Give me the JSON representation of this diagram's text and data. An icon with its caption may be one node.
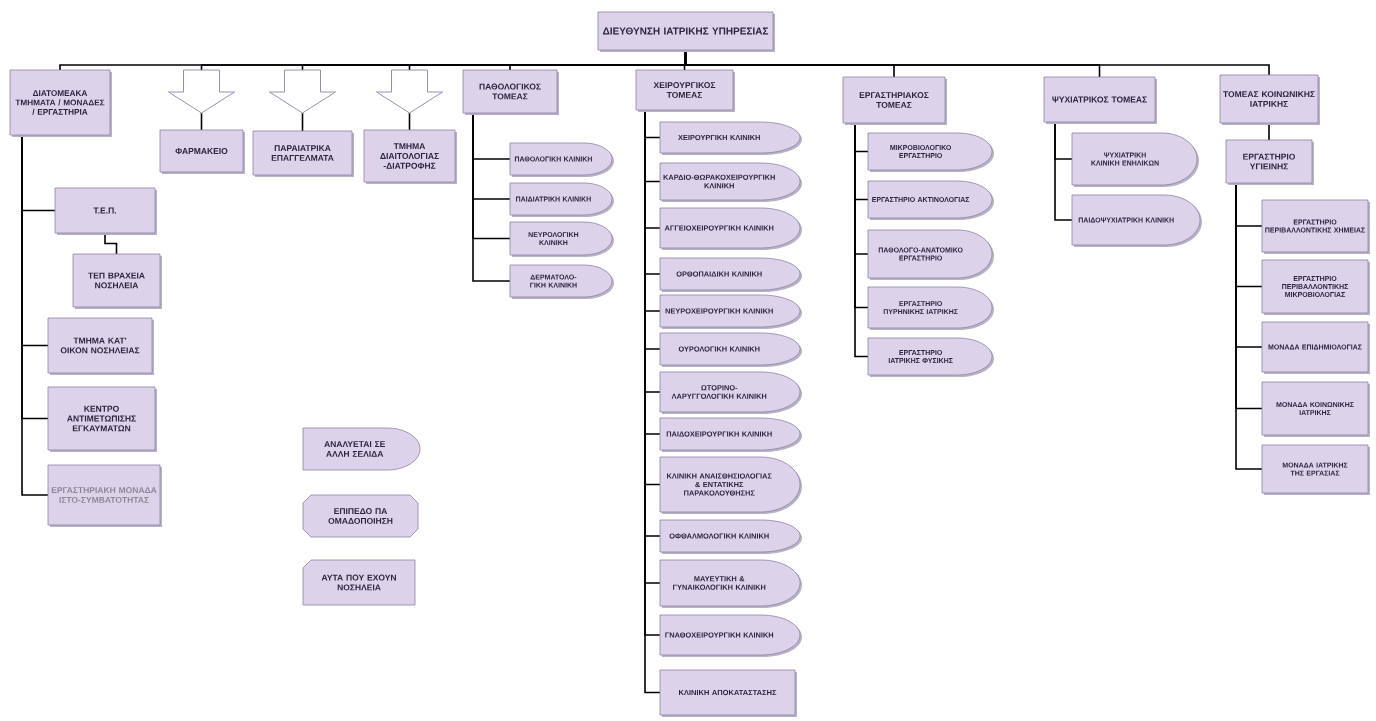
{
  "diagram": {
    "nodes": [
      {
        "text": [
          "ΔΙΕΥΘΥΝΣΗ ΙΑΤΡΙΚΗΣ ΥΠΗΡΕΣΙΑΣ"
        ]
      },
      {
        "text": [
          "ΔΙΑΤΟΜΕΑΚΑ ΤΜΗΜΑΤΑ / ΜΟΝΑΔΕΣ / ΕΡΓΑΣΤΗΡΙΑ"
        ]
      },
      {
        "text": [
          "ΦΑΡΜΑΚΕΙΟ"
        ]
      },
      {
        "text": [
          "ΠΑΡΑΙΑΤΡΙΚΑ ΕΠΑΓΓΕΛΜΑΤΑ"
        ]
      },
      {
        "text": [
          "ΤΜΗΜΑ ΔΙΑΙΤΟΛΟΓΙΑΣ -ΔΙΑΤΡΟΦΗΣ"
        ]
      },
      {
        "text": [
          "ΠΑΘΟΛΟΓΙΚΟΣ ΤΟΜΕΑΣ"
        ]
      },
      {
        "text": [
          "ΠΑΘΟΛΟΓΙΚΗ ΚΛΙΝΙΚΗ"
        ]
      },
      {
        "text": [
          "ΠΑΙΔΙΑΤΡΙΚΗ ΚΛΙΝΙΚΗ"
        ]
      },
      {
        "text": [
          "ΝΕΥΡΟΛΟΓΙΚΗ ΚΛΙΝΙΚΗ"
        ]
      },
      {
        "text": [
          "ΔΕΡΜΑΤΟΛΟ-ΓΙΚΗ ΚΛΙΝΙΚΗ"
        ]
      },
      {
        "text": [
          "ΧΕΙΡΟΥΡΓΙΚΟΣ ΤΟΜΕΑΣ"
        ]
      },
      {
        "text": [
          "ΧΕΙΡΟΥΡΓΙΚΗ ΚΛΙΝΙΚΗ"
        ]
      },
      {
        "text": [
          "ΚΑΡΔΙΟ-ΘΩΡΑΚΟΧΕΙΡΟΥΡΓΙΚΗ ΚΛΙΝΙΚΗ"
        ]
      },
      {
        "text": [
          "ΑΓΓΕΙΟΧΕΙΡΟΥΡΓΙΚΗ ΚΛΙΝΙΚΗ"
        ]
      },
      {
        "text": [
          "ΟΡΘΟΠΑΙΔΙΚΗ ΚΛΙΝΙΚΗ"
        ]
      },
      {
        "text": [
          "ΝΕΥΡΟΧΕΙΡΟΥΡΓΙΚΗ ΚΛΙΝΙΚΗ"
        ]
      },
      {
        "text": [
          "ΟΥΡΟΛΟΓΙΚΗ ΚΛΙΝΙΚΗ"
        ]
      },
      {
        "text": [
          "ΩΤΟΡΙΝΟ-ΛΑΡΥΓΓΟΛΟΓΙΚΗ ΚΛΙΝΙΚΗ"
        ]
      },
      {
        "text": [
          "ΠΑΙΔΟΧΕΙΡΟΥΡΓΙΚΗ ΚΛΙΝΙΚΗ"
        ]
      },
      {
        "text": [
          "ΚΛΙΝΙΚΗ ΑΝΑΙΣΘΗΣΙΟΛΟΓΙΑΣ & ΕΝΤΑΤΙΚΗΣ ΠΑΡΑΚΟΛΟΥΘΗΣΗΣ"
        ]
      },
      {
        "text": [
          "ΟΦΘΑΛΜΟΛΟΓΙΚΗ ΚΛΙΝΙΚΗ"
        ]
      },
      {
        "text": [
          "ΜΑΥΕΥΤΙΚΗ & ΓΥΝΑΙΚΟΛΟΓΙΚΗ ΚΛΙΝΙΚΗ"
        ]
      },
      {
        "text": [
          "ΓΝΑΘΟΧΕΙΡΟΥΡΓΙΚΗ ΚΛΙΝΙΚΗ"
        ]
      },
      {
        "text": [
          "ΚΛΙΝΙΚΗ ΑΠΟΚΑΤΑΣΤΑΣΗΣ"
        ]
      },
      {
        "text": [
          "ΕΡΓΑΣΤΗΡΙΑΚΟΣ ΤΟΜΕΑΣ"
        ]
      },
      {
        "text": [
          "ΜΙΚΡΟΒΙΟΛΟΓΙΚΟ ΕΡΓΑΣΤΗΡΙΟ"
        ]
      },
      {
        "text": [
          "ΕΡΓΑΣΤΗΡΙΟ ΑΚΤΙΝΟΛΟΓΙΑΣ"
        ]
      },
      {
        "text": [
          "ΠΑΘΟΛΟΓΟ-ΑΝΑΤΟΜΙΚΟ ΕΡΓΑΣΤΗΡΙΟ"
        ]
      },
      {
        "text": [
          "ΕΡΓΑΣΤΗΡΙΟ ΠΥΡΗΝΙΚΗΣ ΙΑΤΡΙΚΗΣ"
        ]
      },
      {
        "text": [
          "ΕΡΓΑΣΤΗΡΙΟ ΙΑΤΡΙΚΗΣ ΦΥΣΙΚΗΣ"
        ]
      },
      {
        "text": [
          "ΨΥΧΙΑΤΡΙΚΟΣ ΤΟΜΕΑΣ"
        ]
      },
      {
        "text": [
          "ΨΥΧΙΑΤΡΙΚΗ ΚΛΙΝΙΚΗ ΕΝΗΛΙΚΩΝ"
        ]
      },
      {
        "text": [
          "ΠΑΙΔΟΨΥΧΙΑΤΡΙΚΗ ΚΛΙΝΙΚΗ"
        ]
      },
      {
        "text": [
          "ΤΟΜΕΑΣ ΚΟΙΝΩΝΙΚΗΣ ΙΑΤΡΙΚΗΣ"
        ]
      },
      {
        "text": [
          "ΕΡΓΑΣΤΗΡΙΟ ΥΓΙΕΙΝΗΣ"
        ]
      },
      {
        "text": [
          "ΕΡΓΑΣΤΗΡΙΟ ΠΕΡΙΒΑΛΛΟΝΤΙΚΗΣ ΧΗΜΕΙΑΣ"
        ]
      },
      {
        "text": [
          "ΕΡΓΑΣΤΗΡΙΟ ΠΕΡΙΒΑΛΛΟΝΤΙΚΗΣ ΜΙΚΡΟΒΙΟΛΟΓΙΑΣ"
        ]
      },
      {
        "text": [
          "ΜΟΝΑΔΑ ΕΠΙΔΗΜΙΟΛΟΓΙΑΣ"
        ]
      },
      {
        "text": [
          "ΜΟΝΑΔΑ ΚΟΙΝΩΝΙΚΗΣ ΙΑΤΡΙΚΗΣ"
        ]
      },
      {
        "text": [
          "ΜΟΝΑΔΑ ΙΑΤΡΙΚΗΣ ΤΗΣ ΕΡΓΑΣΙΑΣ"
        ]
      },
      {
        "text": [
          "Τ.Ε.Π."
        ]
      },
      {
        "text": [
          "ΤΕΠ ΒΡΑΧΕΙΑ ΝΟΣΗΛΕΙΑ"
        ]
      },
      {
        "text": [
          "ΤΜΗΜΑ ΚΑΤ' ΟΙΚΟΝ ΝΟΣΗΛΕΙΑΣ"
        ]
      },
      {
        "text": [
          "ΚΕΝΤΡΟ ΑΝΤΙΜΕΤΩΠΙΣΗΣ ΕΓΚΑΥΜΑΤΩΝ"
        ]
      },
      {
        "text": [
          "ΕΡΓΑΣΤΗΡΙΑΚΗ ΜΟΝΑΔΑ ΙΣΤΟ-ΣΥΜΒΑΤΟΤΗΤΑΣ"
        ]
      },
      {
        "text": [],
        "shape": "arrow"
      },
      {
        "text": [],
        "shape": "arrow"
      },
      {
        "text": [],
        "shape": "arrow"
      }
    ],
    "edges": [
      {
        "from": 0,
        "to": 1,
        "arrow": "none"
      },
      {
        "from": 0,
        "to": 45,
        "arrow": "none"
      },
      {
        "from": 45,
        "to": 2,
        "arrow": "none"
      },
      {
        "from": 0,
        "to": 46,
        "arrow": "none"
      },
      {
        "from": 46,
        "to": 3,
        "arrow": "none"
      },
      {
        "from": 0,
        "to": 47,
        "arrow": "none"
      },
      {
        "from": 47,
        "to": 4,
        "arrow": "none"
      },
      {
        "from": 0,
        "to": 5,
        "arrow": "none"
      },
      {
        "from": 0,
        "to": 10,
        "arrow": "none"
      },
      {
        "from": 0,
        "to": 24,
        "arrow": "none"
      },
      {
        "from": 0,
        "to": 30,
        "arrow": "none"
      },
      {
        "from": 0,
        "to": 33,
        "arrow": "none"
      },
      {
        "from": 1,
        "to": 40,
        "arrow": "none"
      },
      {
        "from": 40,
        "to": 41,
        "arrow": "none"
      },
      {
        "from": 1,
        "to": 42,
        "arrow": "none"
      },
      {
        "from": 1,
        "to": 43,
        "arrow": "none"
      },
      {
        "from": 1,
        "to": 44,
        "arrow": "none"
      },
      {
        "from": 5,
        "to": 6,
        "arrow": "none"
      },
      {
        "from": 5,
        "to": 7,
        "arrow": "none"
      },
      {
        "from": 5,
        "to": 8,
        "arrow": "none"
      },
      {
        "from": 5,
        "to": 9,
        "arrow": "none"
      },
      {
        "from": 10,
        "to": 11,
        "arrow": "none"
      },
      {
        "from": 10,
        "to": 12,
        "arrow": "none"
      },
      {
        "from": 10,
        "to": 13,
        "arrow": "none"
      },
      {
        "from": 10,
        "to": 14,
        "arrow": "none"
      },
      {
        "from": 10,
        "to": 15,
        "arrow": "none"
      },
      {
        "from": 10,
        "to": 16,
        "arrow": "none"
      },
      {
        "from": 10,
        "to": 17,
        "arrow": "none"
      },
      {
        "from": 10,
        "to": 18,
        "arrow": "none"
      },
      {
        "from": 10,
        "to": 19,
        "arrow": "none"
      },
      {
        "from": 10,
        "to": 20,
        "arrow": "none"
      },
      {
        "from": 10,
        "to": 21,
        "arrow": "none"
      },
      {
        "from": 10,
        "to": 22,
        "arrow": "none"
      },
      {
        "from": 10,
        "to": 23,
        "arrow": "none"
      },
      {
        "from": 24,
        "to": 25,
        "arrow": "none"
      },
      {
        "from": 24,
        "to": 26,
        "arrow": "none"
      },
      {
        "from": 24,
        "to": 27,
        "arrow": "none"
      },
      {
        "from": 24,
        "to": 28,
        "arrow": "none"
      },
      {
        "from": 24,
        "to": 29,
        "arrow": "none"
      },
      {
        "from": 30,
        "to": 31,
        "arrow": "none"
      },
      {
        "from": 30,
        "to": 32,
        "arrow": "none"
      },
      {
        "from": 33,
        "to": 34,
        "arrow": "none"
      },
      {
        "from": 34,
        "to": 35,
        "arrow": "none"
      },
      {
        "from": 34,
        "to": 36,
        "arrow": "none"
      },
      {
        "from": 34,
        "to": 37,
        "arrow": "none"
      },
      {
        "from": 34,
        "to": 38,
        "arrow": "none"
      },
      {
        "from": 34,
        "to": 39,
        "arrow": "none"
      }
    ],
    "legend": [
      {
        "text": "ΑΝΑΛΥΕΤΑΙ ΣΕ ΑΛΛΗ ΣΕΛΙΔΑ"
      },
      {
        "text": "ΕΠΙΠΕΔΟ ΠΑ ΟΜΑΔΟΠΟΙΗΣΗ"
      },
      {
        "text": "ΑΥΤΑ ΠΟΥ ΕΧΟΥΝ ΝΟΣΗΛΕΙΑ"
      }
    ]
  }
}
